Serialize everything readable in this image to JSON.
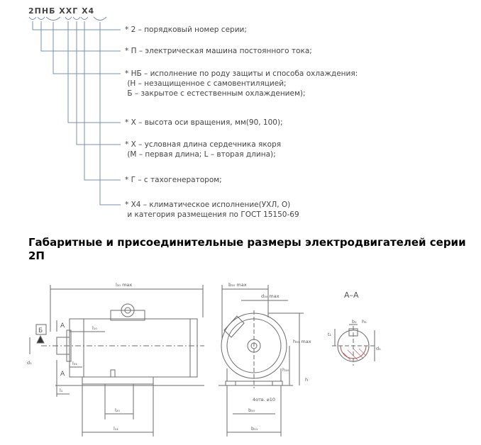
{
  "code": {
    "label": "2ПНБ ХХГ Х4",
    "items": [
      {
        "text": "* 2 – порядковый номер серии;"
      },
      {
        "text": "* П – электрическая машина постоянного тока;"
      },
      {
        "text": "* НБ – исполнение по роду защиты и способа охлаждения:\n (Н – незащищенное с самовентиляцией;\n Б – закрытое с естественным охлаждением);"
      },
      {
        "text": "* Х – высота оси вращения, мм(90, 100);"
      },
      {
        "text": "* Х – условная длина сердечника якоря\n (М – первая длина; L – вторая длина);"
      },
      {
        "text": "* Г – с тахогенератором;"
      },
      {
        "text": "* Х4 – климатическое исполнение(УХЛ, О)\n и категория размещения по ГОСТ 15150-69"
      }
    ]
  },
  "section_title": "Габаритные и присоединительные размеры электродвигателей серии 2П",
  "drawing": {
    "labels": {
      "l30_max": "l₃₀ max",
      "b30_max": "b₃₀ max",
      "d30_max": "d₃₀ max",
      "section_aa": "А–А",
      "arrow_a_top": "А",
      "arrow_a_bottom": "А",
      "datum_b": "Б",
      "l10": "l₁₀",
      "l31": "l₃₁",
      "l1": "l₁",
      "l20": "l₂₀",
      "l11": "l₁₁",
      "d1": "d₁",
      "h31_max": "h₃₁ max",
      "h10": "h₁₀",
      "h": "h",
      "holes": "4отв. ⌀10",
      "b10": "b₁₀",
      "b11": "b₁₁",
      "b1": "b₁",
      "h1": "h₁",
      "t1": "t₁",
      "d1_sec": "d₁"
    }
  }
}
